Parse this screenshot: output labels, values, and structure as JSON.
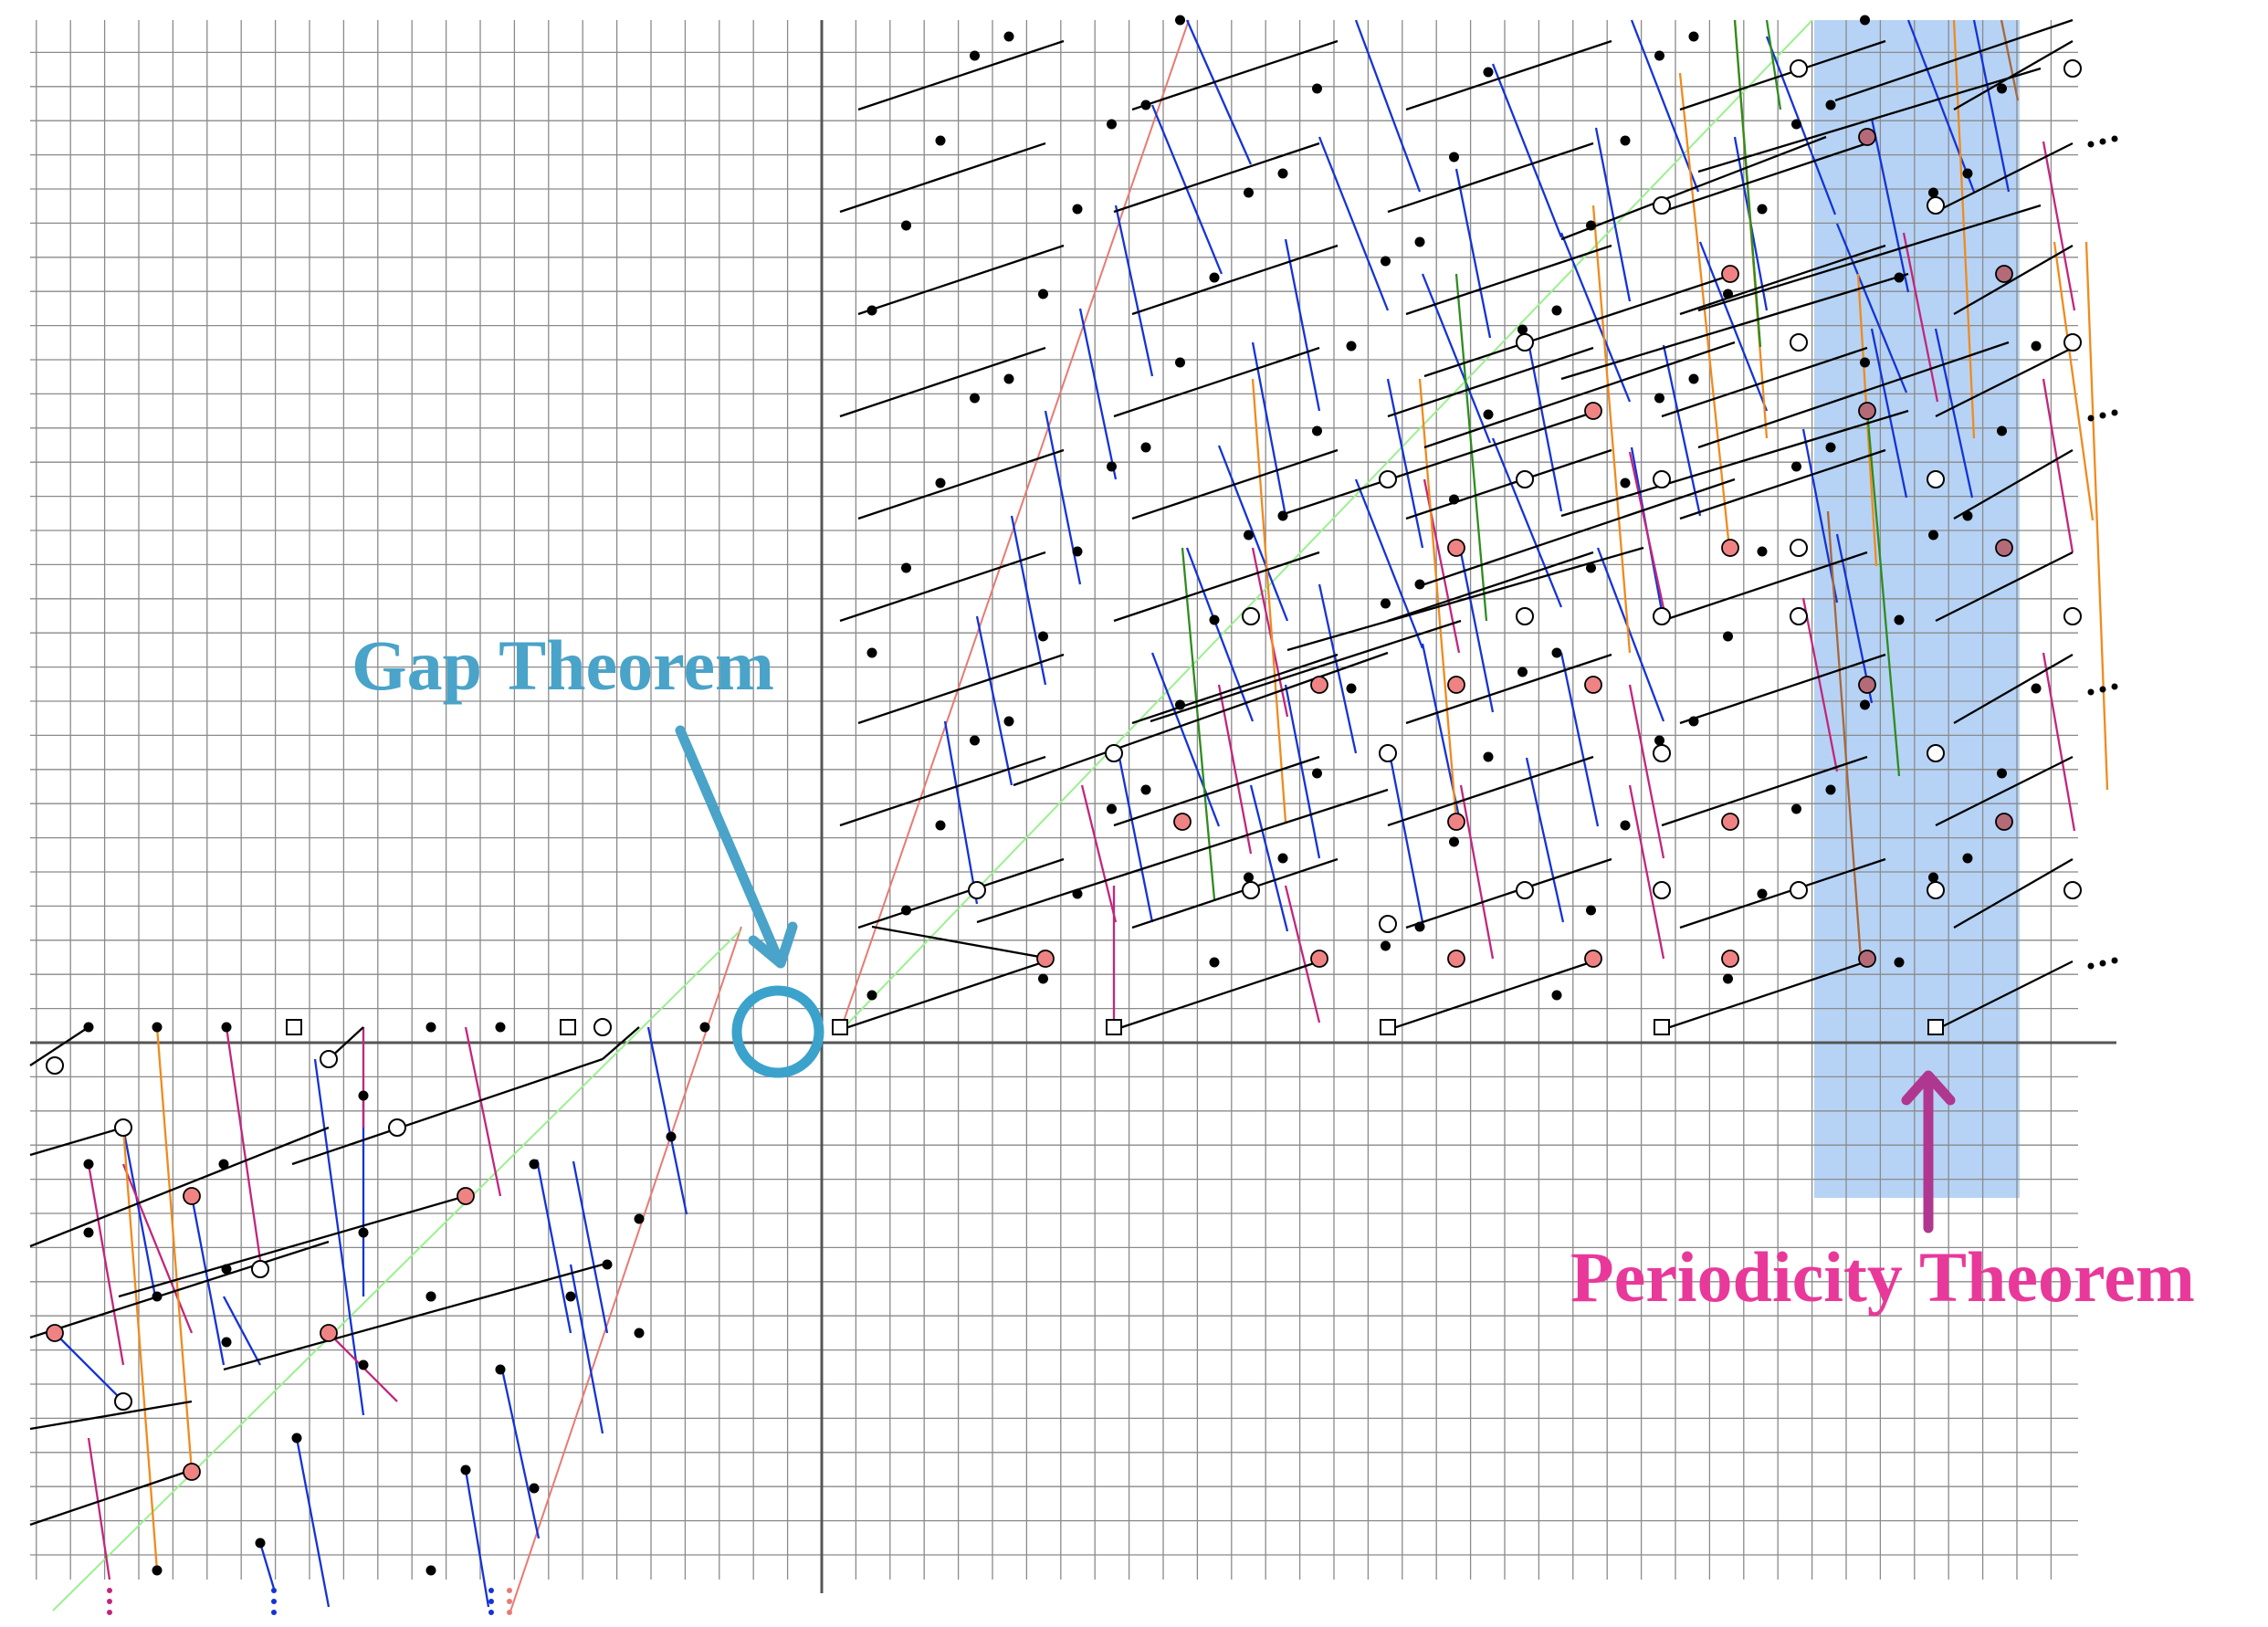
{
  "labels": {
    "gap_theorem": "Gap Theorem",
    "periodicity_theorem": "Periodicity Theorem"
  },
  "colors": {
    "grid_line": "#8a8a8a",
    "axis": "#555555",
    "gap_label": "#4aa3c8",
    "gap_circle": "#3ba2cc",
    "periodicity_label": "#e8399a",
    "periodicity_arrow": "#b0378f",
    "highlight_band": "#a9cbf3",
    "salmon_line": "#e77b72",
    "light_green_diagonal": "#9bf08f",
    "differential_blue": "#1533d6",
    "differential_magenta": "#c2267d",
    "differential_orange": "#f08a1d",
    "differential_green": "#2e8c1f",
    "differential_brown": "#a8683a",
    "extension_black": "#000000",
    "pink_circle": "#ef8383",
    "pink_circle_in_band": "#b56a78"
  },
  "symbols": [
    "filled-dot",
    "open-circle",
    "filled-pink-circle",
    "open-square",
    "ellipsis-dots"
  ]
}
